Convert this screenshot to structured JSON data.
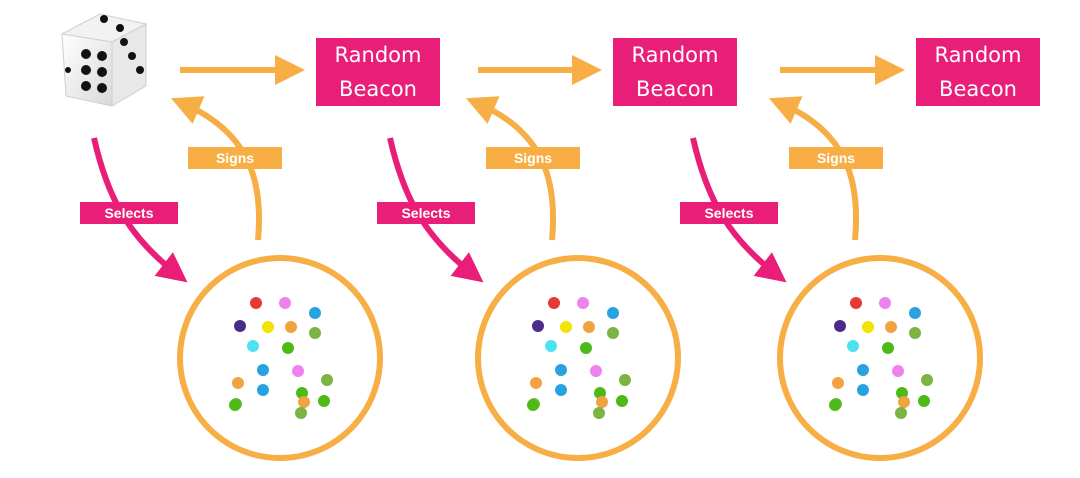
{
  "colors": {
    "beacon": "#e91e78",
    "selects": "#e91e78",
    "signs": "#f6ae45",
    "circle": "#f6ae45"
  },
  "beacons": [
    {
      "line1": "Random",
      "line2": "Beacon"
    },
    {
      "line1": "Random",
      "line2": "Beacon"
    },
    {
      "line1": "Random",
      "line2": "Beacon"
    }
  ],
  "groups": [
    {
      "selects_label": "Selects",
      "signs_label": "Signs"
    },
    {
      "selects_label": "Selects",
      "signs_label": "Signs"
    },
    {
      "selects_label": "Selects",
      "signs_label": "Signs"
    }
  ],
  "dice": {
    "icon": "dice-six-icon",
    "pips": 6
  },
  "node_colors": [
    "#e53935",
    "#ee82ee",
    "#29a3e0",
    "#4a2c8a",
    "#f2e300",
    "#f0a340",
    "#7cb342",
    "#4de1f2",
    "#4cbb17",
    "#29a3e0",
    "#ee82ee",
    "#f0a340",
    "#7cb342",
    "#29a3e0",
    "#4cbb17",
    "#7cb342",
    "#f0a340",
    "#4cbb17",
    "#7cb342",
    "#4cbb17"
  ]
}
